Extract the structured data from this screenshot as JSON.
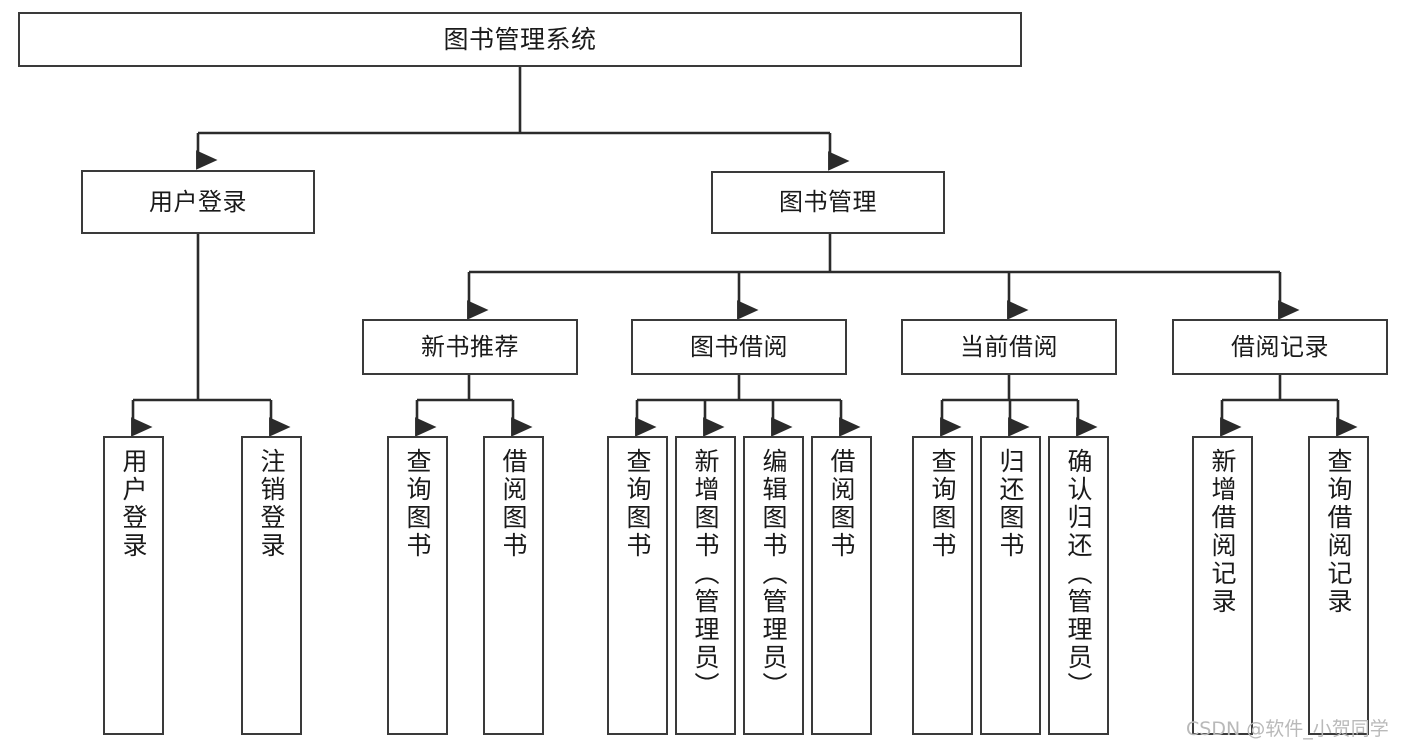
{
  "diagram": {
    "title": "图书管理系统",
    "type": "tree",
    "orientation": "top-down",
    "colors": {
      "node_border": "#3a3a3a",
      "node_fill": "#ffffff",
      "edge": "#2b2b2b",
      "text": "#1a1a1a",
      "watermark": "#b9b9b9",
      "background": "#ffffff"
    },
    "watermark": "CSDN @软件_小贺同学"
  },
  "nodes": {
    "root": {
      "label": "图书管理系统"
    },
    "level2": [
      {
        "label": "用户登录"
      },
      {
        "label": "图书管理"
      }
    ],
    "level3": [
      {
        "label": "新书推荐"
      },
      {
        "label": "图书借阅"
      },
      {
        "label": "当前借阅"
      },
      {
        "label": "借阅记录"
      }
    ],
    "leaves": {
      "user_login": [
        {
          "label": "用户登录"
        },
        {
          "label": "注销登录"
        }
      ],
      "new_book": [
        {
          "label": "查询图书"
        },
        {
          "label": "借阅图书"
        }
      ],
      "book_borrow": [
        {
          "label": "查询图书"
        },
        {
          "label": "新增图书（管理员）"
        },
        {
          "label": "编辑图书（管理员）"
        },
        {
          "label": "借阅图书"
        }
      ],
      "current_borrow": [
        {
          "label": "查询图书"
        },
        {
          "label": "归还图书"
        },
        {
          "label": "确认归还（管理员）"
        }
      ],
      "borrow_record": [
        {
          "label": "新增借阅记录"
        },
        {
          "label": "查询借阅记录"
        }
      ]
    }
  }
}
